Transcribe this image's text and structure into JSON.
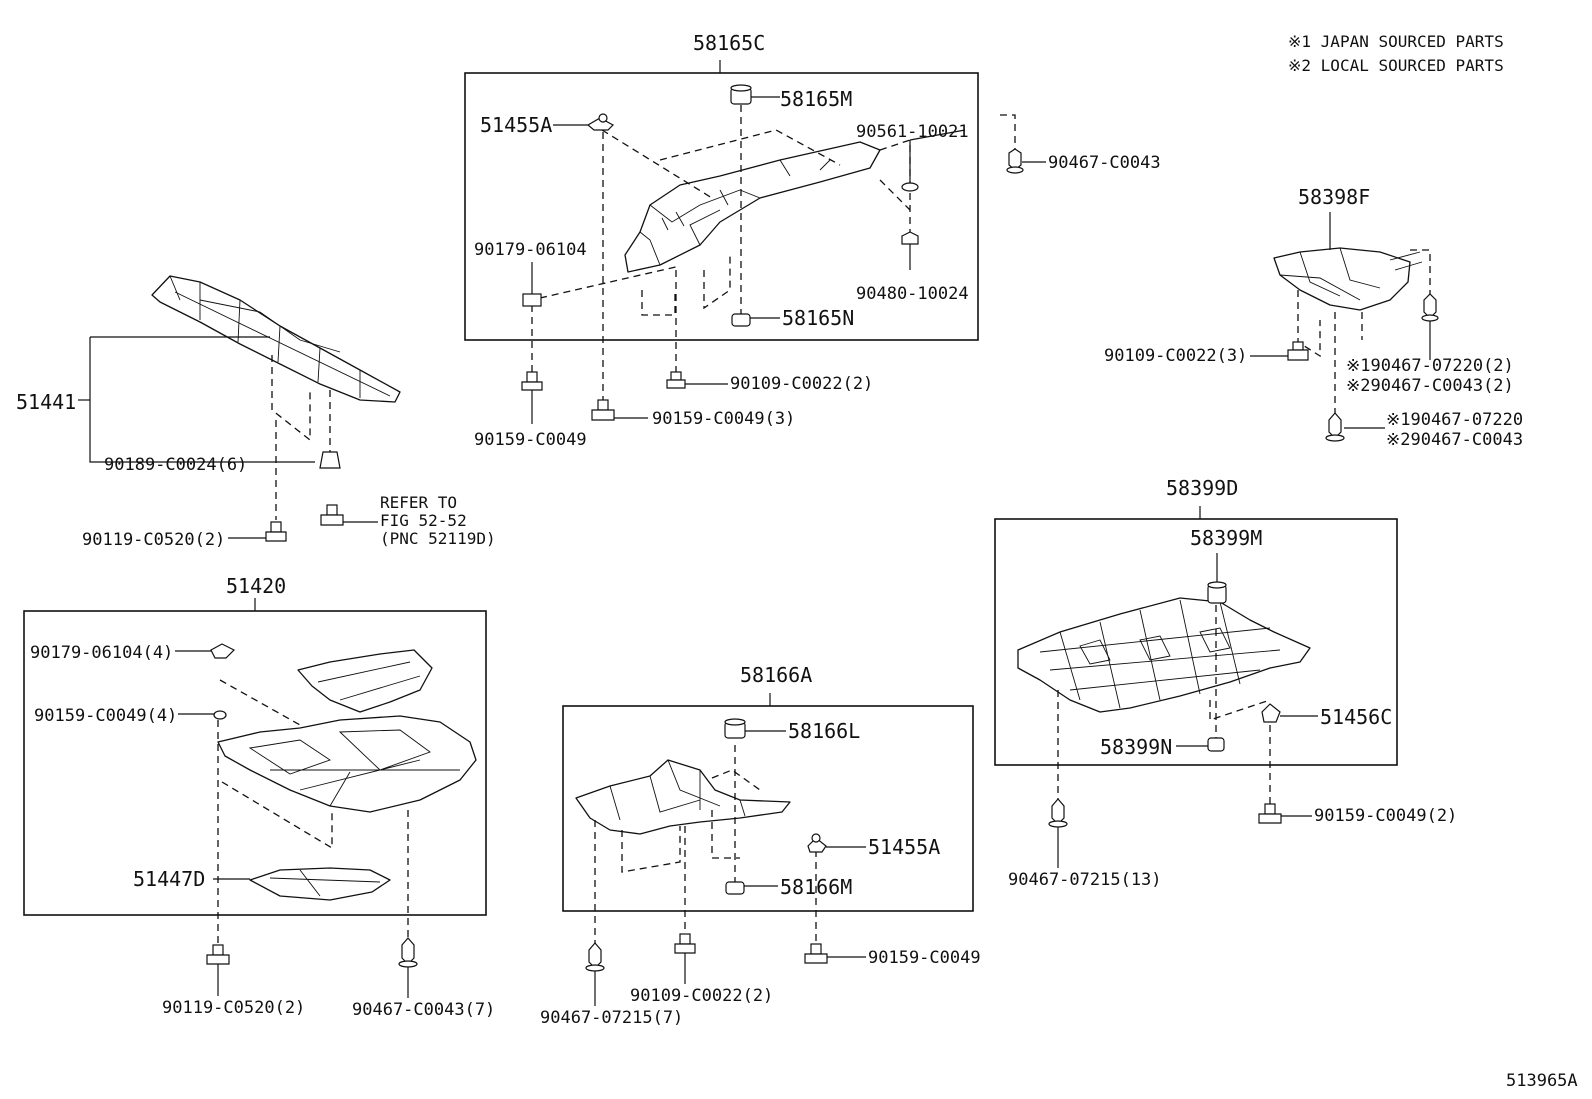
{
  "notes": {
    "japan": "※1 JAPAN SOURCED PARTS",
    "local": "※2 LOCAL SOURCED PARTS"
  },
  "figure_id": "513965A",
  "groups": {
    "g58165C": {
      "title": "58165C",
      "parts": {
        "p58165M": "58165M",
        "p51455A": "51455A",
        "p90561": "90561-10021",
        "p90179": "90179-06104",
        "p90480": "90480-10024",
        "p58165N": "58165N"
      },
      "outside": {
        "p90467": "90467-C0043",
        "p90109": "90109-C0022(2)",
        "p90159a": "90159-C0049(3)",
        "p90159b": "90159-C0049"
      }
    },
    "g51441": {
      "title": "51441",
      "parts": {
        "p90189": "90189-C0024(6)",
        "p90119": "90119-C0520(2)",
        "ref1": "REFER TO",
        "ref2": "FIG 52-52",
        "ref3": "(PNC 52119D)"
      }
    },
    "g58398F": {
      "title": "58398F",
      "parts": {
        "p90109": "90109-C0022(3)",
        "p1a": "※190467-07220(2)",
        "p2a": "※290467-C0043(2)",
        "p1b": "※190467-07220",
        "p2b": "※290467-C0043"
      }
    },
    "g51420": {
      "title": "51420",
      "parts": {
        "p90179": "90179-06104(4)",
        "p90159": "90159-C0049(4)",
        "p51447D": "51447D",
        "p90119": "90119-C0520(2)",
        "p90467": "90467-C0043(7)"
      }
    },
    "g58166A": {
      "title": "58166A",
      "parts": {
        "p58166L": "58166L",
        "p51455A": "51455A",
        "p58166M": "58166M",
        "p90159": "90159-C0049",
        "p90109": "90109-C0022(2)",
        "p90467": "90467-07215(7)"
      }
    },
    "g58399D": {
      "title": "58399D",
      "parts": {
        "p58399M": "58399M",
        "p51456C": "51456C",
        "p58399N": "58399N",
        "p90159": "90159-C0049(2)",
        "p90467": "90467-07215(13)"
      }
    }
  }
}
